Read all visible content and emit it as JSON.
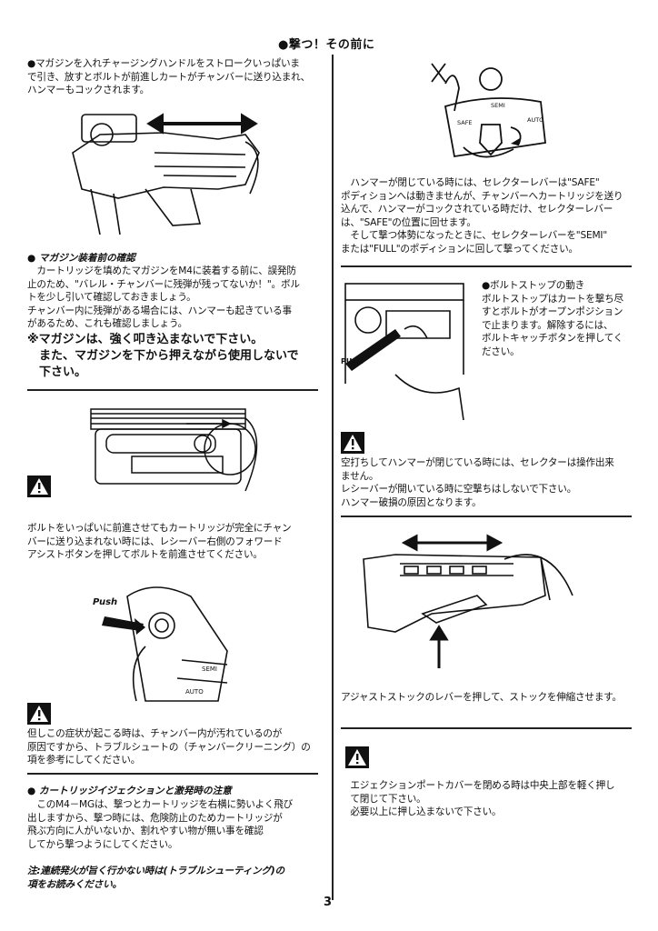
{
  "page_title": "●撃つ！その前に",
  "left": {
    "intro": "●マガジンを入れチャージングハンドルをストロークいっぱいま\nで引き、放すとボルトが前進しカートがチャンバーに送り込まれ、\nハンマーもコックされます。",
    "check_heading": "● マガジン装着前の確認",
    "check_body": "　カートリッジを填めたマガジンをM4に装着する前に、誤発防\n止のため、\"バレル・チャンバーに残弾が残ってないか！\"。ボル\nトを少し引いて確認しておきましょう。\nチャンバー内に残弾がある場合には、ハンマーも起きている事\nがあるため、これも確認しましょう。",
    "caution_big": "※マガジンは、強く叩き込まないで下さい。\n　また、マガジンを下から押えながら使用しないで\n　下さい。",
    "forward_assist": "ボルトをいっぱいに前進させてもカートリッジが完全にチャン\nバーに送り込まれない時には、レシーバー右側のフォワード\nアシストボタンを押してボルトを前進させてください。",
    "push_label": "Push",
    "semi_label": "SEMI",
    "auto_label": "AUTO",
    "dirty_chamber": "但しこの症状が起こる時は、チャンバー内が汚れているのが\n原因ですから、トラブルシュートの（チャンバークリーニング）の\n項を参考にしてください。",
    "eject_heading": "● カートリッジイジェクションと激発時の注意",
    "eject_body": "　このM4－MGは、撃つとカートリッジを右横に勢いよく飛び\n出しますから、撃つ時には、危険防止のためカートリッジが\n飛ぶ方向に人がいないか、割れやすい物が無い事を確認\nしてから撃つようにしてください。",
    "note": "注:連続発火が旨く行かない時は(トラブルシューティング)の\n項をお読みください。"
  },
  "right": {
    "safe_label": "SAFE",
    "semi_label": "SEMI",
    "auto_label": "AUTO",
    "selector_body": "　ハンマーが閉じている時には、セレクターレバーは\"SAFE\"\nポディションへは動きませんが、チャンバーへカートリッジを送り\n込んで、ハンマーがコックされている時だけ、セレクターレバー\nは、\"SAFE\"の位置に回せます。\n　そして撃つ体勢になったときに、セレクターレバーを\"SEMI\"\nまたは\"FULL\"のポディションに回して撃ってください。",
    "bolt_stop": "●ボルトストップの動き\nボルトストップはカートを撃ち尽\nすとボルトがオープンポジション\nで止まります。解除するには、\nボルトキャッチボタンを押してく\nださい。",
    "push_label": "PUSH",
    "dryfire": "空打ちしてハンマーが閉じている時には、セレクターは操作出来\nません。\nレシーバーが開いている時に空撃ちはしないで下さい。\nハンマー破損の原因となります。",
    "stock": "アジャストストックのレバーを押して、ストックを伸縮させます。",
    "port_cover": "　エジェクションポートカバーを閉める時は中央上部を軽く押し\n　て閉じて下さい。\n　必要以上に押し込まないで下さい。"
  },
  "page_number": "3"
}
